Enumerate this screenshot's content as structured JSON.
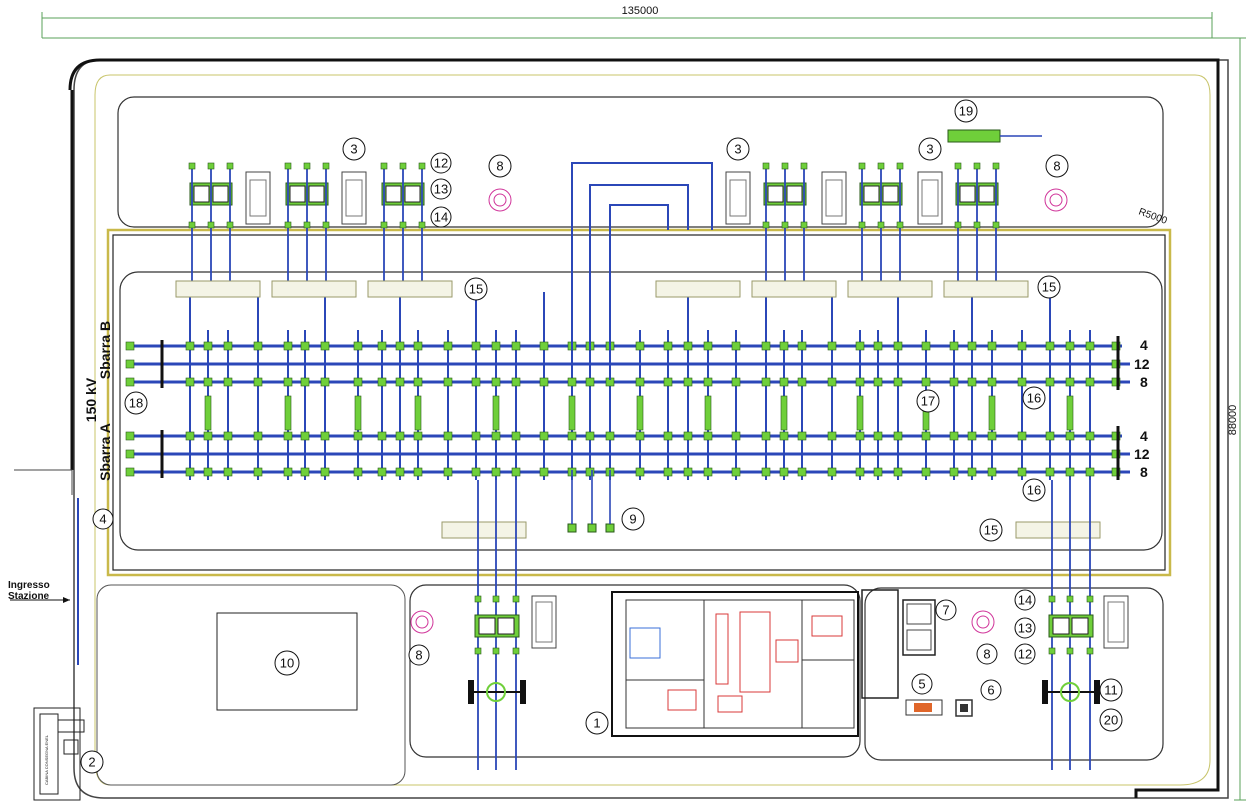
{
  "drawing": {
    "width_dimension": "135000",
    "height_dimension": "88000",
    "radius_label": "R5000",
    "voltage_label": "150 kV",
    "busbar_a_label": "Sbarra  A",
    "busbar_b_label": "Sbarra  B",
    "entrance_label_line1": "Ingresso",
    "entrance_label_line2": "Stazione",
    "guard_box_label": "CABINA CONSEGNA ENEL"
  },
  "callouts": {
    "c1": "1",
    "c2": "2",
    "c3a": "3",
    "c3b": "3",
    "c3c": "3",
    "c4": "4",
    "c5": "5",
    "c6": "6",
    "c7": "7",
    "c8a": "8",
    "c8b": "8",
    "c8c": "8",
    "c8d": "8",
    "c9": "9",
    "c10": "10",
    "c11": "11",
    "c12a": "12",
    "c12b": "12",
    "c13a": "13",
    "c13b": "13",
    "c14a": "14",
    "c14b": "14",
    "c15a": "15",
    "c15b": "15",
    "c15c": "15",
    "c16a": "16",
    "c16b": "16",
    "c17": "17",
    "c18": "18",
    "c19": "19",
    "c20": "20"
  },
  "side_labels": {
    "b_top": "4",
    "b_mid": "12",
    "b_bot": "8",
    "a_top": "4",
    "a_mid": "12",
    "a_bot": "8"
  },
  "colors": {
    "busbar": "#2b47b8",
    "equipment": "#6fcf3a",
    "fence": "#111111",
    "road": "#e0d27a",
    "lighting": "#d0359a",
    "building_detail": "#d83a3a"
  }
}
